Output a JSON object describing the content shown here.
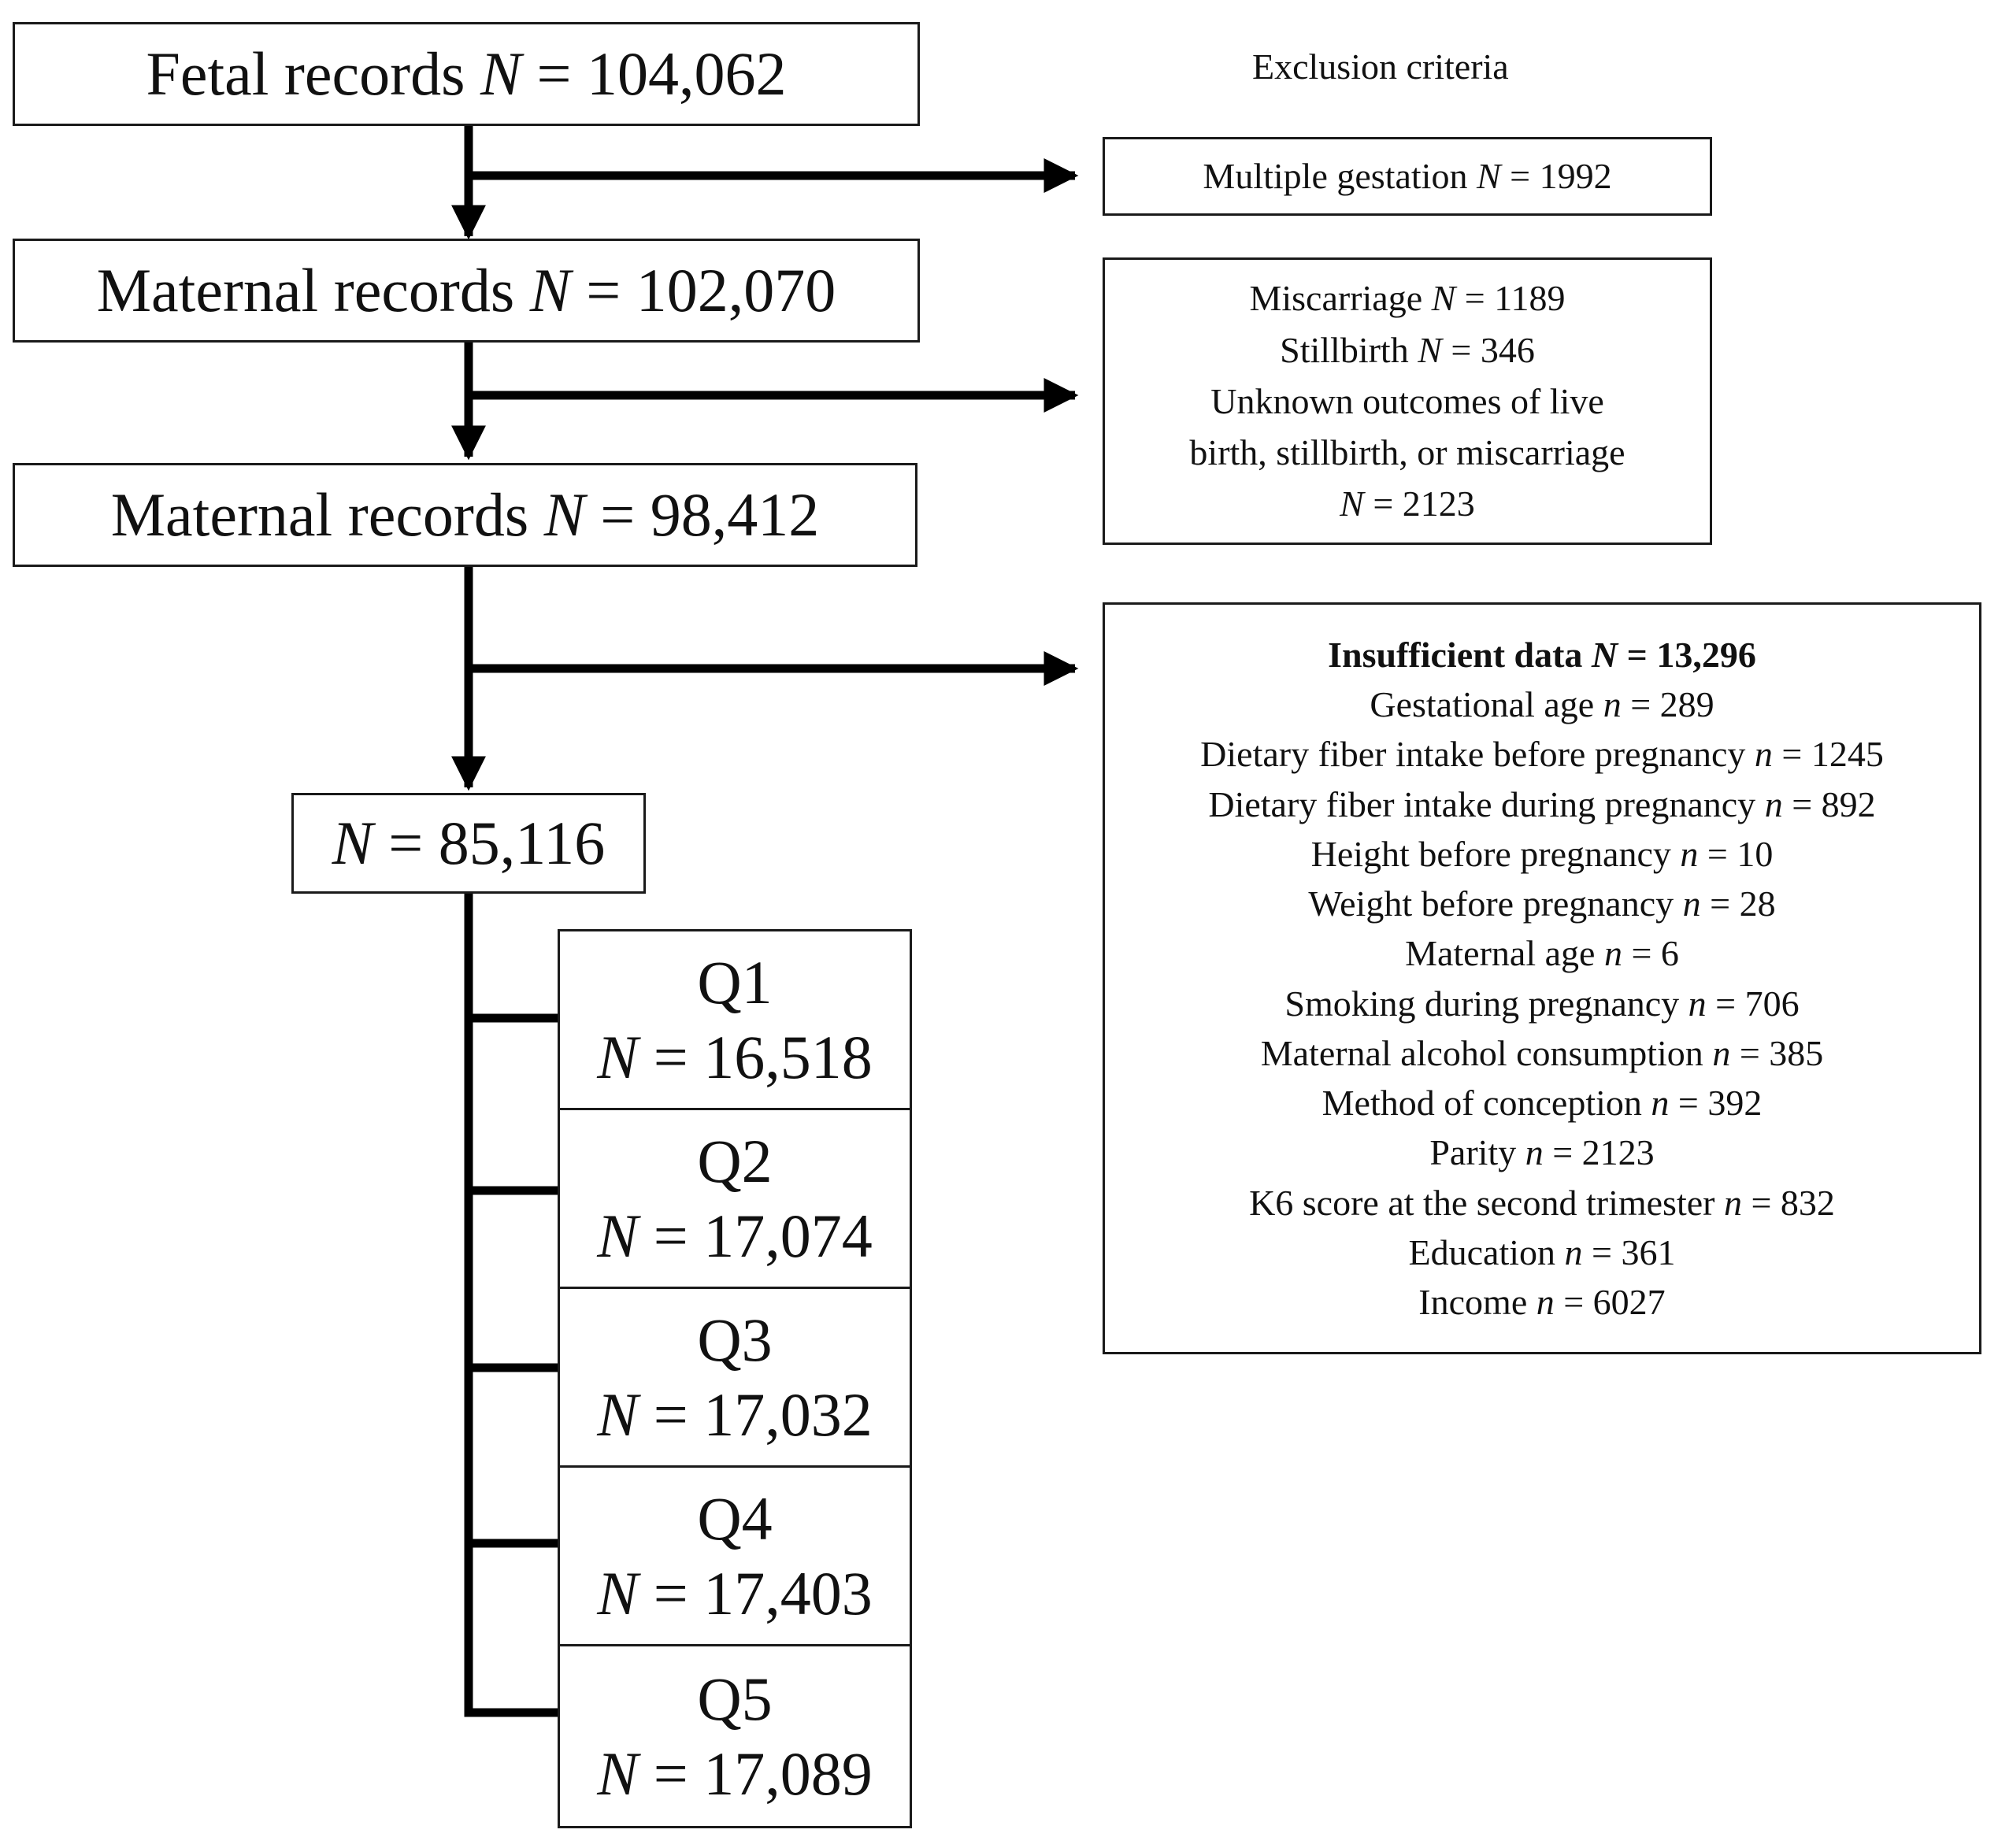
{
  "flow": {
    "fetal": {
      "label": "Fetal records",
      "var": "N",
      "eq": "= 104,062"
    },
    "maternal1": {
      "label": "Maternal records",
      "var": "N",
      "eq": "= 102,070"
    },
    "maternal2": {
      "label": "Maternal records",
      "var": "N",
      "eq": "= 98,412"
    },
    "final": {
      "var": "N",
      "eq": "= 85,116"
    }
  },
  "exclusion": {
    "heading": "Exclusion criteria",
    "multiple": {
      "label": "Multiple gestation",
      "var": "N",
      "eq": "= 1992"
    },
    "group2": [
      {
        "label": "Miscarriage",
        "var": "N",
        "eq": "= 1189"
      },
      {
        "label": "Stillbirth",
        "var": "N",
        "eq": "= 346"
      },
      {
        "label": "Unknown outcomes of live",
        "var": "",
        "eq": ""
      },
      {
        "label": "birth, stillbirth, or miscarriage",
        "var": "",
        "eq": ""
      },
      {
        "label": "",
        "var": "N",
        "eq": "= 2123"
      }
    ],
    "insufficient": {
      "title": "Insufficient data",
      "var": "N",
      "eq": "= 13,296",
      "items": [
        {
          "label": "Gestational age",
          "var": "n",
          "eq": "= 289"
        },
        {
          "label": "Dietary fiber intake before pregnancy",
          "var": "n",
          "eq": "= 1245"
        },
        {
          "label": "Dietary fiber intake during pregnancy",
          "var": "n",
          "eq": "= 892"
        },
        {
          "label": "Height before pregnancy",
          "var": "n",
          "eq": "= 10"
        },
        {
          "label": "Weight before pregnancy",
          "var": "n",
          "eq": "= 28"
        },
        {
          "label": "Maternal age",
          "var": "n",
          "eq": "= 6"
        },
        {
          "label": "Smoking during pregnancy",
          "var": "n",
          "eq": "= 706"
        },
        {
          "label": "Maternal alcohol consumption",
          "var": "n",
          "eq": "= 385"
        },
        {
          "label": "Method of conception",
          "var": "n",
          "eq": "= 392"
        },
        {
          "label": "Parity",
          "var": "n",
          "eq": "= 2123"
        },
        {
          "label": "K6 score at the second trimester",
          "var": "n",
          "eq": "= 832"
        },
        {
          "label": "Education",
          "var": "n",
          "eq": "= 361"
        },
        {
          "label": "Income",
          "var": "n",
          "eq": "= 6027"
        }
      ]
    }
  },
  "quintiles": [
    {
      "label": "Q1",
      "var": "N",
      "eq": "= 16,518"
    },
    {
      "label": "Q2",
      "var": "N",
      "eq": "= 17,074"
    },
    {
      "label": "Q3",
      "var": "N",
      "eq": "= 17,032"
    },
    {
      "label": "Q4",
      "var": "N",
      "eq": "= 17,403"
    },
    {
      "label": "Q5",
      "var": "N",
      "eq": "= 17,089"
    }
  ]
}
